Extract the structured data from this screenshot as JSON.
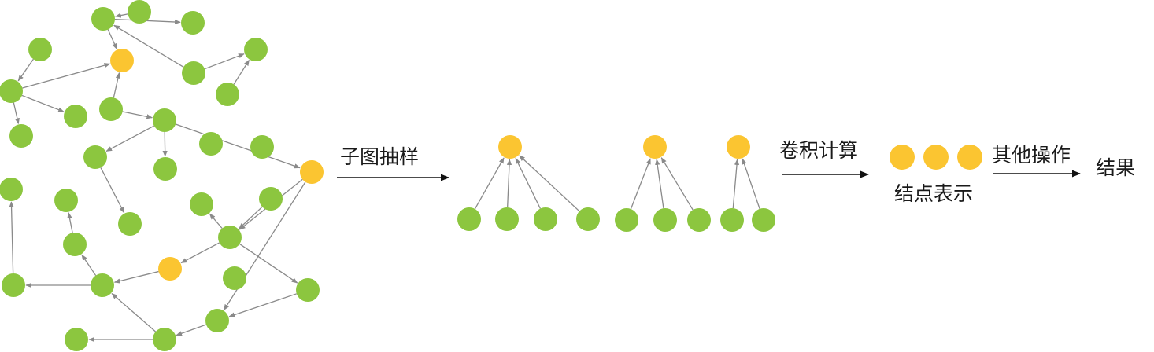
{
  "colors": {
    "regular_node": "#8cc63f",
    "sampled_node": "#fbc531",
    "edge": "#8a8a8a",
    "arrow": "#111111",
    "text": "#1a1a1a"
  },
  "steps": {
    "subgraph_sampling": "子图抽样",
    "convolution": "卷积计算",
    "node_representation": "结点表示",
    "other_operations": "其他操作",
    "result": "结果"
  }
}
